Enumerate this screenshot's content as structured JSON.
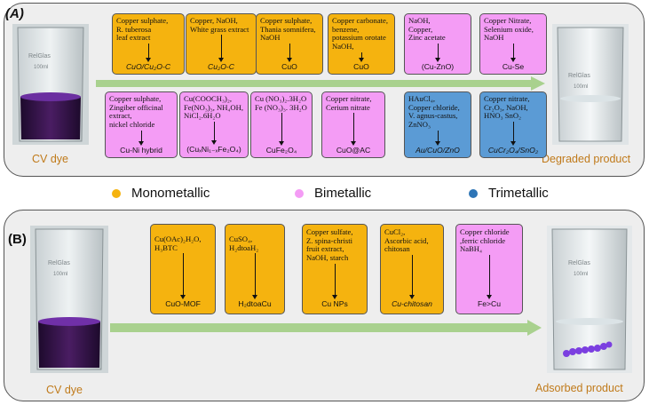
{
  "panel_a": {
    "label": "(A)",
    "left_caption": "CV dye",
    "right_caption": "Degraded product",
    "top_row": [
      {
        "reagents": "Copper sulphate,\nR. tuberosa\nleaf extract",
        "product": "CuO/Cu₂O-C",
        "type": "monometallic"
      },
      {
        "reagents": "Copper, NaOH,\nWhite grass extract",
        "product": "Cu₂O-C",
        "type": "monometallic"
      },
      {
        "reagents": "Copper sulphate,\nThania somnifera,\nNaOH",
        "product": "CuO",
        "type": "monometallic"
      },
      {
        "reagents": "Copper carbonate,\nbenzene,\npotassium orotate\nNaOH,",
        "product": "CuO",
        "type": "monometallic"
      },
      {
        "reagents": "NaOH,\nCopper,\nZinc acetate",
        "product": "(Cu-ZnO)",
        "type": "bimetallic"
      },
      {
        "reagents": "Copper Nitrate,\nSelenium oxide,\nNaOH",
        "product": "Cu-Se",
        "type": "bimetallic"
      }
    ],
    "bottom_row": [
      {
        "reagents": "Copper sulphate,\nZingiber officinal\nextract,\nnickel chloride",
        "product": "Cu-Ni hybrid",
        "type": "bimetallic"
      },
      {
        "reagents": "Cu(COOCH₃)₂,\nFe(NO₃)₃, NH₄OH,\nNiCl₂.6H₂O",
        "product": "(CuₓNi₁₋ₓFe₂O₄)",
        "type": "bimetallic"
      },
      {
        "reagents": "Cu (NO₃)₂.3H₂O\nFe (NO₃)₃. 3H₂O",
        "product": "CuFe₂O₄",
        "type": "bimetallic"
      },
      {
        "reagents": "Copper nitrate,\nCerium nitrate",
        "product": "CuO@AC",
        "type": "bimetallic"
      },
      {
        "reagents": "HAuCl₄,\nCopper chloride,\nV. agnus-castus,\nZnNO₃",
        "product": "Au/CuO/ZnO",
        "type": "trimetallic"
      },
      {
        "reagents": "Copper nitrate,\nCr₂O₃, NaOH,\nHNO₃ SnO₂",
        "product": "CuCr₂O₄/SnO₂",
        "type": "trimetallic"
      }
    ]
  },
  "legend": [
    {
      "label": "Monometallic",
      "color": "#f5b30f"
    },
    {
      "label": "Bimetallic",
      "color": "#f49cf5"
    },
    {
      "label": "Trimetallic",
      "color": "#2e75b6"
    }
  ],
  "panel_b": {
    "label": "(B)",
    "left_caption": "CV dye",
    "right_caption": "Adsorbed product",
    "row": [
      {
        "reagents": "Cu(OAc)₂H₂O,\nH₃BTC",
        "product": "CuO-MOF",
        "type": "monometallic"
      },
      {
        "reagents": "CuSO₄,\nH₂dtoaH₂",
        "product": "H₂dtoaCu",
        "type": "monometallic"
      },
      {
        "reagents": "Copper sulfate,\nZ. spina-christi\nfruit extract,\nNaOH, starch",
        "product": "Cu NPs",
        "type": "monometallic"
      },
      {
        "reagents": "CuCl₂,\nAscorbic acid,\nchitosan",
        "product": "Cu-chitosan",
        "type": "monometallic"
      },
      {
        "reagents": "Copper chloride\n,ferric chloride\nNaBH₄",
        "product": "Fe>Cu",
        "type": "bimetallic"
      }
    ]
  },
  "colors": {
    "monometallic": "#f5b30f",
    "bimetallic": "#f49cf5",
    "trimetallic": "#5b9bd5",
    "arrow_fill": "#a9d18e",
    "caption": "#c07a1a",
    "dye": "#3a1250"
  },
  "beaker_labels": {
    "brand": "RelGlas",
    "volume": "100ml"
  }
}
